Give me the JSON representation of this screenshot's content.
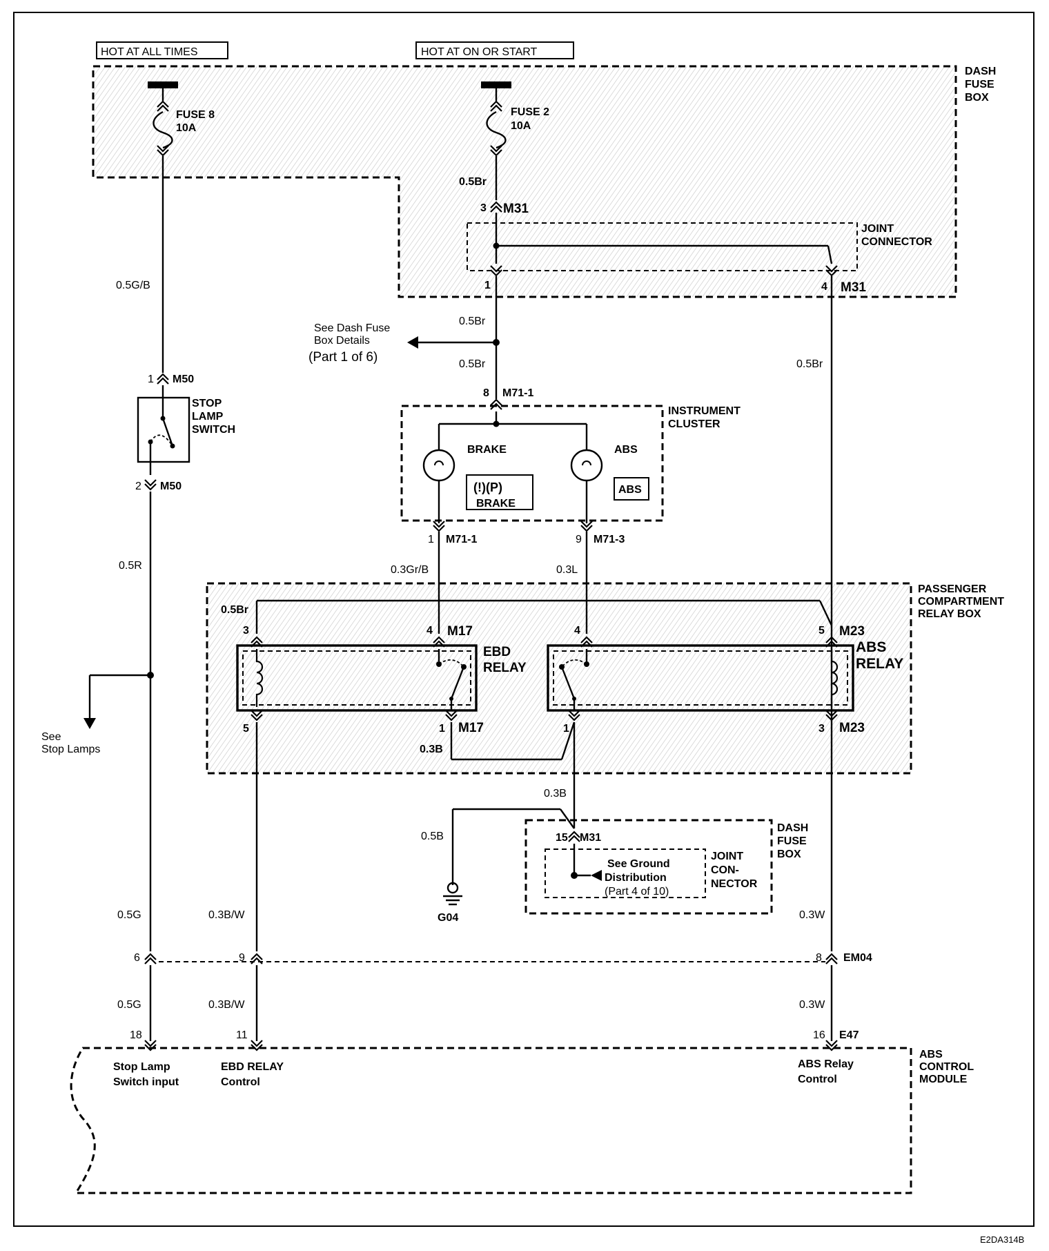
{
  "supply": {
    "hot_all_times": "HOT AT ALL TIMES",
    "hot_on_start": "HOT AT ON OR START"
  },
  "dash_fuse_box": {
    "label": "DASH\nFUSE\nBOX"
  },
  "fuse8": {
    "name": "FUSE 8",
    "rating": "10A"
  },
  "fuse2": {
    "name": "FUSE 2",
    "rating": "10A"
  },
  "joint_connector": {
    "label": "JOINT\nCONNECTOR"
  },
  "wires": {
    "w_05Br_a": "0.5Br",
    "w_05Br_b": "0.5Br",
    "w_05Br_c": "0.5Br",
    "w_05Br_d": "0.5Br",
    "w_05Br_relay": "0.5Br",
    "w_05GB": "0.5G/B",
    "w_05R": "0.5R",
    "w_03GrB": "0.3Gr/B",
    "w_03L": "0.3L",
    "w_03B_a": "0.3B",
    "w_03B_b": "0.3B",
    "w_05B": "0.5B",
    "w_05G_a": "0.5G",
    "w_05G_b": "0.5G",
    "w_03BW_a": "0.3B/W",
    "w_03BW_b": "0.3B/W",
    "w_03W_a": "0.3W",
    "w_03W_b": "0.3W"
  },
  "connectors": {
    "m31_3_pin": "3",
    "m31_3_name": "M31",
    "m31_1_pin": "1",
    "m31_4_pin": "4",
    "m31_4_name": "M31",
    "m50_1_pin": "1",
    "m50_1_name": "M50",
    "m50_2_pin": "2",
    "m50_2_name": "M50",
    "m711_8_pin": "8",
    "m711_8_name": "M71-1",
    "m711_1_pin": "1",
    "m711_1_name": "M71-1",
    "m713_9_pin": "9",
    "m713_9_name": "M71-3",
    "m17_3_pin": "3",
    "m17_4_pin": "4",
    "m17_4_name": "M17",
    "m17_5_pin": "5",
    "m17_1_pin": "1",
    "m17_1_name": "M17",
    "m23_4_pin": "4",
    "m23_5_pin": "5",
    "m23_5_name": "M23",
    "m23_1_pin": "1",
    "m23_3_pin": "3",
    "m23_3_name": "M23",
    "m31_15_pin": "15",
    "m31_15_name": "M31",
    "em04_6_pin": "6",
    "em04_9_pin": "9",
    "em04_8_pin": "8",
    "em04_name": "EM04",
    "e47_18_pin": "18",
    "e47_11_pin": "11",
    "e47_16_pin": "16",
    "e47_name": "E47"
  },
  "see_dash_fuse": {
    "text": "See Dash Fuse\nBox Details",
    "part": "(Part 1 of 6)"
  },
  "stop_lamp_switch": {
    "label": "STOP\nLAMP\nSWITCH"
  },
  "see_stop_lamps": {
    "text": "See\nStop Lamps"
  },
  "instrument_cluster": {
    "label": "INSTRUMENT\nCLUSTER",
    "brake_label": "BRAKE",
    "abs_label": "ABS",
    "brake_icon_text": "(!)(P)",
    "brake_icon_caption": "BRAKE",
    "abs_icon_text": "ABS"
  },
  "relay_box": {
    "label": "PASSENGER\nCOMPARTMENT\nRELAY BOX"
  },
  "ebd_relay": {
    "label": "EBD\nRELAY"
  },
  "abs_relay": {
    "label": "ABS\nRELAY"
  },
  "ground_box": {
    "dash_label": "DASH\nFUSE\nBOX",
    "joint_label": "JOINT\nCON-\nNECTOR",
    "see_ground": "See Ground\nDistribution",
    "see_ground_part": "(Part 4 of 10)"
  },
  "ground": {
    "name": "G04"
  },
  "abs_module": {
    "label": "ABS\nCONTROL\nMODULE",
    "stop_lamp_input": "Stop Lamp\nSwitch input",
    "ebd_control": "EBD RELAY\nControl",
    "abs_control": "ABS Relay\nControl"
  },
  "figure_id": "E2DA314B"
}
